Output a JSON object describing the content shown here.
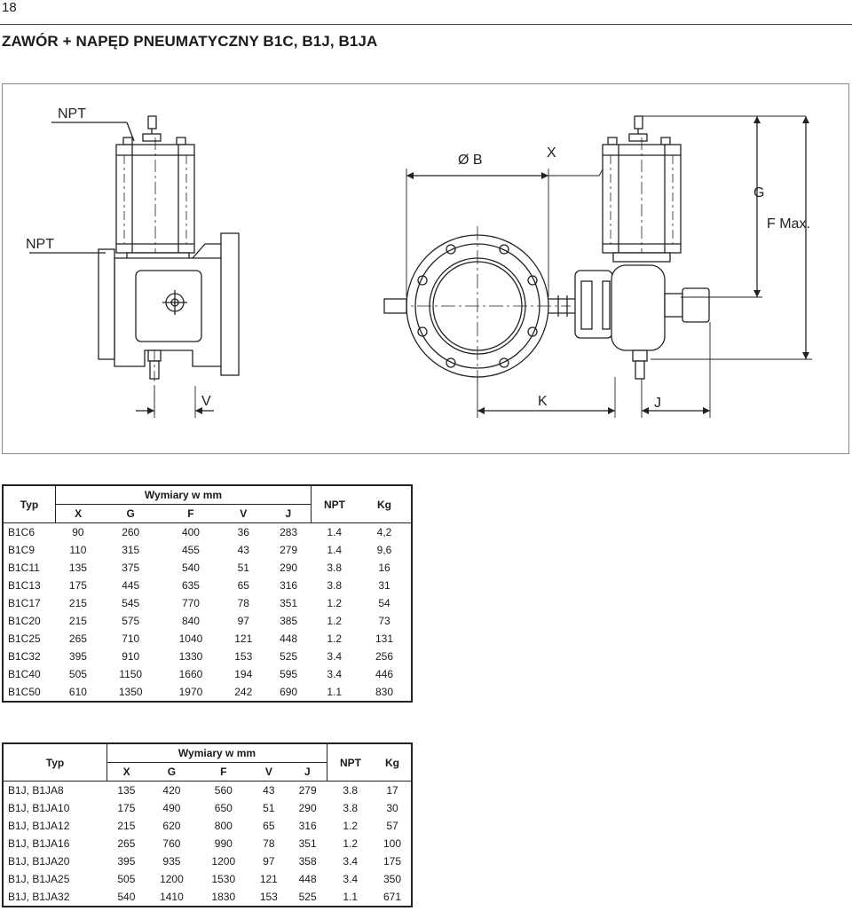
{
  "page_number": "18",
  "title": "ZAWÓR + NAPĘD PNEUMATYCZNY B1C, B1J, B1JA",
  "drawing": {
    "labels": {
      "npt_top": "NPT",
      "npt_left": "NPT",
      "dia_b": "Ø B",
      "x": "X",
      "g": "G",
      "f_max": "F Max.",
      "v": "V",
      "k": "K",
      "j": "J"
    }
  },
  "table_b1c": {
    "typ_header": "Typ",
    "group_header": "Wymiary w mm",
    "npt_header": "NPT",
    "kg_header": "Kg",
    "dim_headers": [
      "X",
      "G",
      "F",
      "V",
      "J"
    ],
    "rows": [
      [
        "B1C6",
        "90",
        "260",
        "400",
        "36",
        "283",
        "1.4",
        "4,2"
      ],
      [
        "B1C9",
        "110",
        "315",
        "455",
        "43",
        "279",
        "1.4",
        "9,6"
      ],
      [
        "B1C11",
        "135",
        "375",
        "540",
        "51",
        "290",
        "3.8",
        "16"
      ],
      [
        "B1C13",
        "175",
        "445",
        "635",
        "65",
        "316",
        "3.8",
        "31"
      ],
      [
        "B1C17",
        "215",
        "545",
        "770",
        "78",
        "351",
        "1.2",
        "54"
      ],
      [
        "B1C20",
        "215",
        "575",
        "840",
        "97",
        "385",
        "1.2",
        "73"
      ],
      [
        "B1C25",
        "265",
        "710",
        "1040",
        "121",
        "448",
        "1.2",
        "131"
      ],
      [
        "B1C32",
        "395",
        "910",
        "1330",
        "153",
        "525",
        "3.4",
        "256"
      ],
      [
        "B1C40",
        "505",
        "1150",
        "1660",
        "194",
        "595",
        "3.4",
        "446"
      ],
      [
        "B1C50",
        "610",
        "1350",
        "1970",
        "242",
        "690",
        "1.1",
        "830"
      ]
    ]
  },
  "table_b1j": {
    "typ_header": "Typ",
    "group_header": "Wymiary w mm",
    "npt_header": "NPT",
    "kg_header": "Kg",
    "dim_headers": [
      "X",
      "G",
      "F",
      "V",
      "J"
    ],
    "rows": [
      [
        "B1J, B1JA8",
        "135",
        "420",
        "560",
        "43",
        "279",
        "3.8",
        "17"
      ],
      [
        "B1J, B1JA10",
        "175",
        "490",
        "650",
        "51",
        "290",
        "3.8",
        "30"
      ],
      [
        "B1J, B1JA12",
        "215",
        "620",
        "800",
        "65",
        "316",
        "1.2",
        "57"
      ],
      [
        "B1J, B1JA16",
        "265",
        "760",
        "990",
        "78",
        "351",
        "1.2",
        "100"
      ],
      [
        "B1J, B1JA20",
        "395",
        "935",
        "1200",
        "97",
        "358",
        "3.4",
        "175"
      ],
      [
        "B1J, B1JA25",
        "505",
        "1200",
        "1530",
        "121",
        "448",
        "3.4",
        "350"
      ],
      [
        "B1J, B1JA32",
        "540",
        "1410",
        "1830",
        "153",
        "525",
        "1.1",
        "671"
      ]
    ]
  }
}
